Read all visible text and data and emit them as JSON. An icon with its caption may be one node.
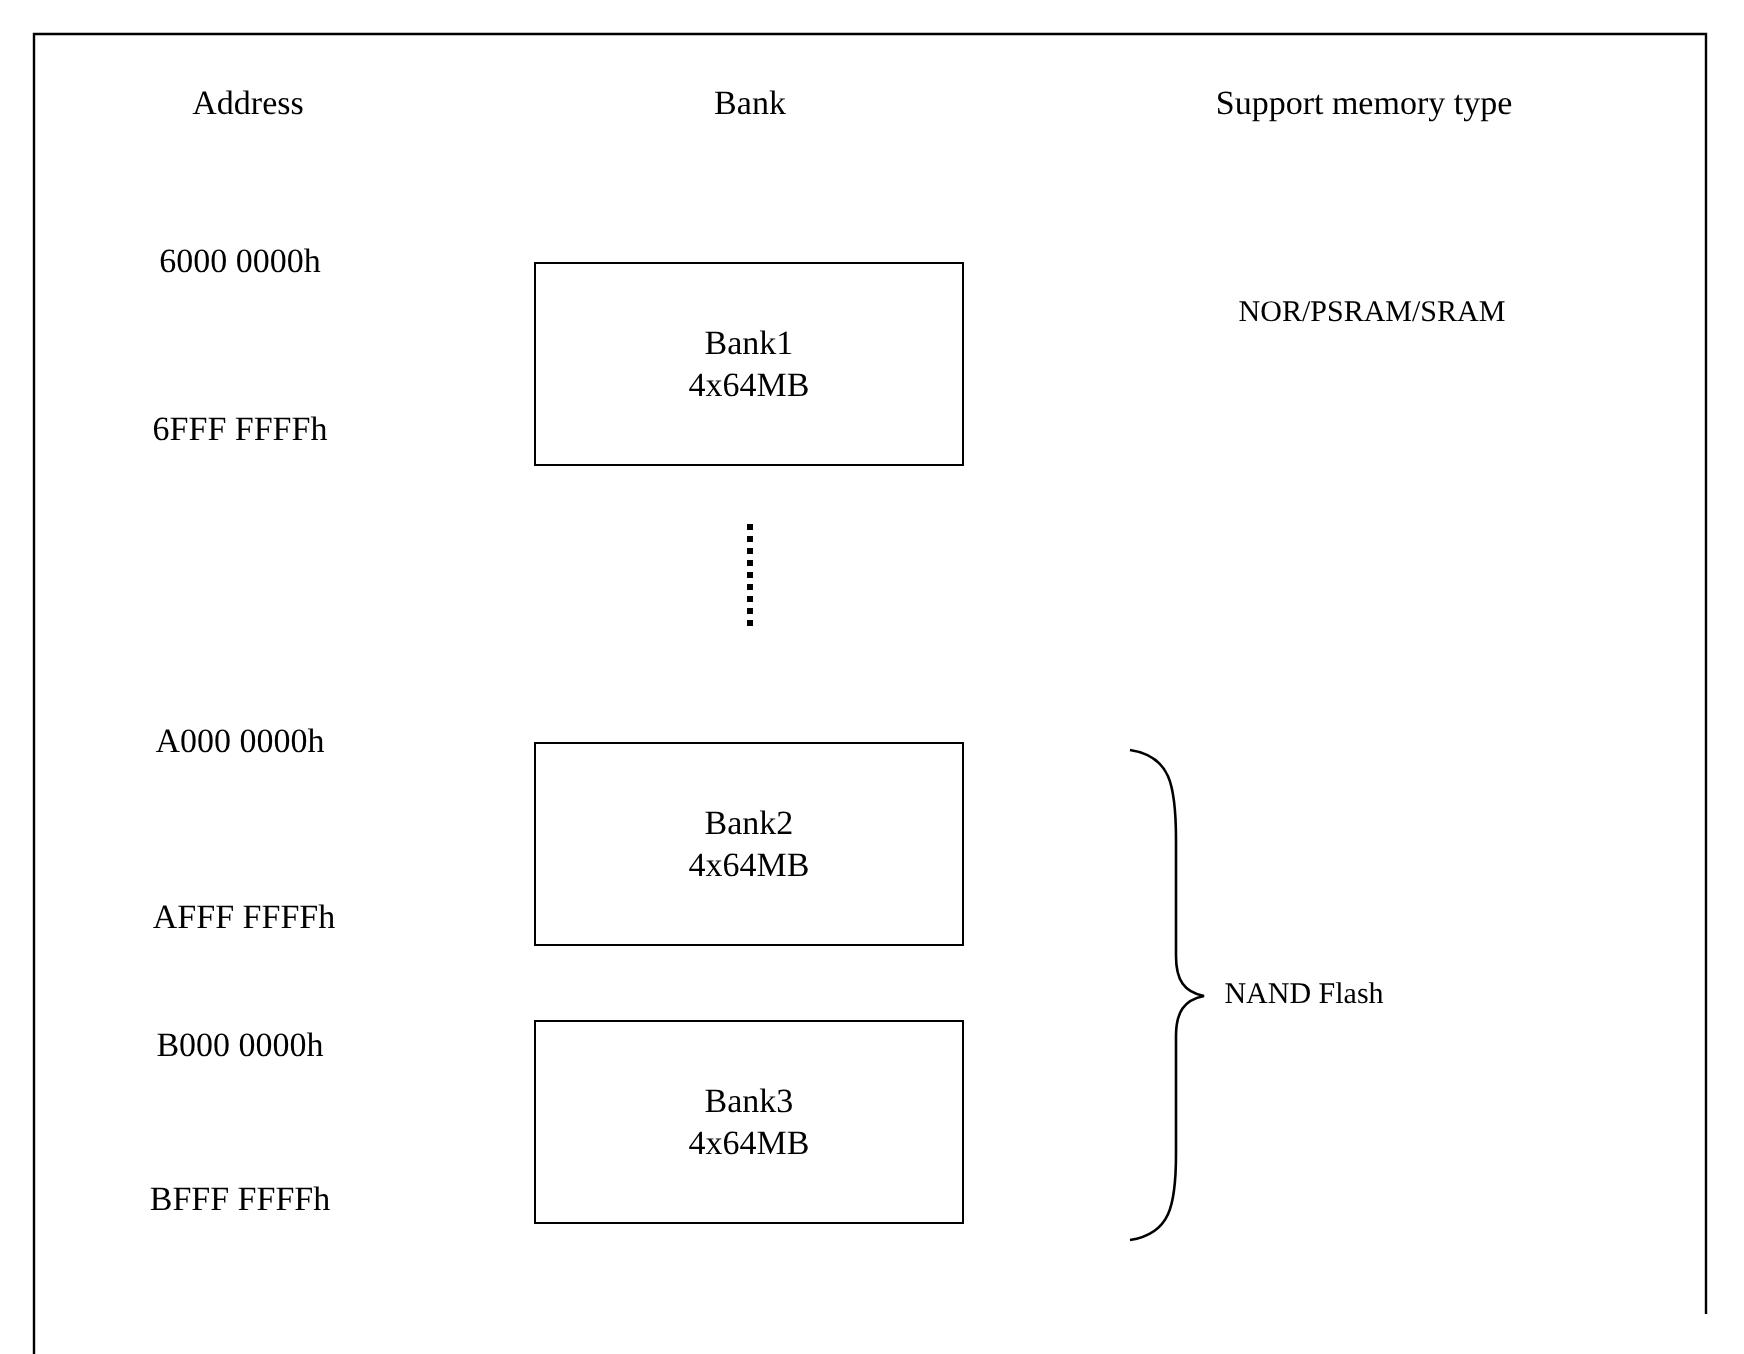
{
  "diagram": {
    "nodes": [
      {
        "text": [
          "Bank1",
          "4x64MB"
        ]
      },
      {
        "text": [
          "Bank2",
          "4x64MB"
        ]
      },
      {
        "text": [
          "Bank3",
          "4x64MB"
        ]
      }
    ],
    "labels": [
      "Address",
      "Bank",
      "Support memory type",
      "6000 0000h",
      "NOR/PSRAM/SRAM",
      "6FFF FFFFh",
      "A000 0000h",
      "AFFF FFFFh",
      "NAND Flash",
      "B000 0000h",
      "BFFF FFFFh"
    ]
  }
}
